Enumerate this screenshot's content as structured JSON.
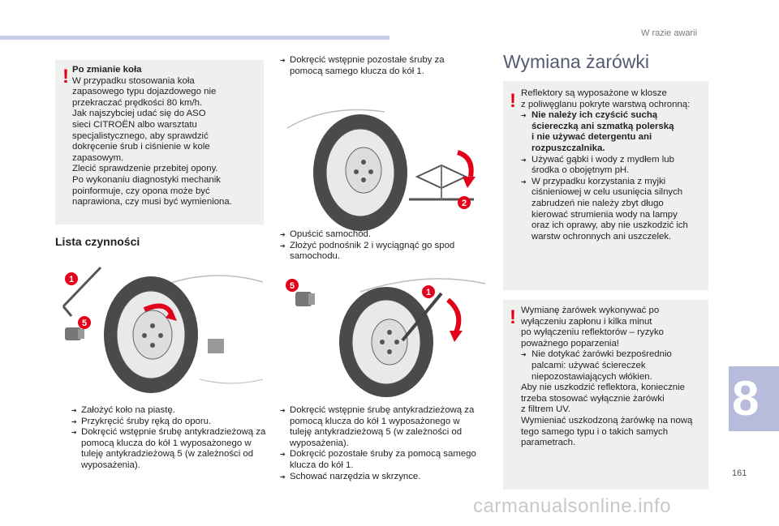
{
  "header": {
    "section_title": "W razie awarii",
    "page_number": "161",
    "chapter_number": "8"
  },
  "watermark": "carmanualsonline.info",
  "warning_tyre": {
    "title": "Po zmianie koła",
    "lines": [
      "W przypadku stosowania koła",
      "zapasowego typu dojazdowego nie",
      "przekraczać prędkości 80 km/h.",
      "Jak najszybciej udać się do ASO",
      "sieci CITROËN albo warsztatu",
      "specjalistycznego, aby sprawdzić",
      "dokręcenie śrub i ciśnienie w kole",
      "zapasowym.",
      "Zlecić sprawdzenie przebitej opony.",
      "Po wykonaniu diagnostyki mechanik",
      "poinformuje, czy opona może być",
      "naprawiona, czy musi być wymieniona."
    ]
  },
  "lista": {
    "heading": "Lista czynności",
    "steps_left": [
      "Założyć koło na piastę.",
      "Przykręcić śruby ręką do oporu.",
      "Dokręcić wstępnie śrubę antykradzieżową za pomocą klucza do kół 1 wyposażonego w tuleję antykradzieżową 5 (w zależności od wyposażenia)."
    ],
    "steps_mid_top": [
      "Dokręcić wstępnie pozostałe śruby za pomocą samego klucza do kół 1."
    ],
    "steps_mid_middle": [
      "Opuścić samochód.",
      "Złożyć podnośnik 2 i wyciągnąć go spod samochodu."
    ],
    "steps_mid_bottom": [
      "Dokręcić wstępnie śrubę antykradzieżową za pomocą klucza do kół 1 wyposażonego w tuleję antykradzieżową 5 (w zależności od wyposażenia).",
      "Dokręcić pozostałe śruby za pomocą samego klucza do kół 1.",
      "Schować narzędzia w skrzynce."
    ]
  },
  "badges": {
    "one": "1",
    "two": "2",
    "five": "5"
  },
  "wymiana": {
    "heading": "Wymiana żarówki",
    "box1_intro": [
      "Reflektory są wyposażone w klosze",
      "z poliwęglanu pokryte warstwą ochronną:"
    ],
    "box1_bold": [
      "Nie należy ich czyścić suchą",
      "ściereczką ani szmatką polerską",
      "i nie używać detergentu ani",
      "rozpuszczalnika."
    ],
    "box1_items": [
      [
        "Używać gąbki i wody z mydłem lub",
        "środka o obojętnym pH."
      ],
      [
        "W przypadku korzystania z myjki",
        "ciśnieniowej w celu usunięcia silnych",
        "zabrudzeń nie należy zbyt długo",
        "kierować strumienia wody na lampy",
        "oraz ich oprawy, aby nie uszkodzić ich",
        "warstw ochronnych ani uszczelek."
      ]
    ],
    "box2_intro": [
      "Wymianę żarówek wykonywać po",
      "wyłączeniu zapłonu i kilka minut",
      "po wyłączeniu reflektorów – ryzyko",
      "poważnego poparzenia!"
    ],
    "box2_item": [
      "Nie dotykać żarówki bezpośrednio",
      "palcami: używać ściereczek",
      "niepozostawiających włókien."
    ],
    "box2_outro": [
      "Aby nie uszkodzić reflektora, koniecznie",
      "trzeba stosować wyłącznie żarówki",
      "z filtrem UV.",
      "Wymieniać uszkodzoną żarówkę na nową",
      "tego samego typu i o takich samych",
      "parametrach."
    ]
  },
  "colors": {
    "accent": "#e2001a",
    "box_bg": "#eef0ee",
    "tab_bg": "#b7bbdc",
    "topbar": "#c9cde8"
  }
}
